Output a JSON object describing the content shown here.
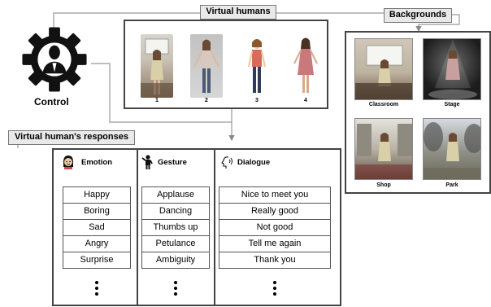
{
  "control": {
    "icon": "person-gear-icon",
    "label": "Control"
  },
  "virtual_humans": {
    "title": "Virtual humans",
    "items": [
      {
        "number": "1",
        "icon": "woman-in-classroom-image"
      },
      {
        "number": "2",
        "icon": "woman-gray-background-image"
      },
      {
        "number": "3",
        "icon": "cartoon-woman-image"
      },
      {
        "number": "4",
        "icon": "woman-in-dress-image"
      }
    ]
  },
  "backgrounds": {
    "title": "Backgrounds",
    "items": [
      {
        "label": "Classroom"
      },
      {
        "label": "Stage"
      },
      {
        "label": "Shop"
      },
      {
        "label": "Park"
      }
    ]
  },
  "responses": {
    "title": "Virtual human's responses",
    "columns": [
      {
        "title": "Emotion",
        "icon": "face-emotion-icon",
        "items": [
          "Happy",
          "Boring",
          "Sad",
          "Angry",
          "Surprise"
        ]
      },
      {
        "title": "Gesture",
        "icon": "person-gesture-icon",
        "items": [
          "Applause",
          "Dancing",
          "Thumbs up",
          "Petulance",
          "Ambiguity"
        ]
      },
      {
        "title": "Dialogue",
        "icon": "speaking-head-icon",
        "items": [
          "Nice to meet you",
          "Really good",
          "Not good",
          "Tell me again",
          "Thank you"
        ]
      }
    ]
  },
  "colors": {
    "label_fill": "#e9e9e9",
    "border": "#444444",
    "connector": "#888888"
  }
}
